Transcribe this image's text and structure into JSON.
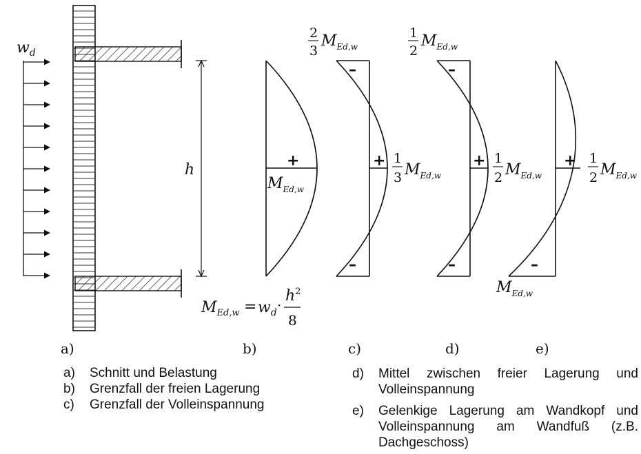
{
  "load": {
    "symbol_base": "w",
    "symbol_sub": "d"
  },
  "height_label": "h",
  "formula": {
    "lhs_base": "M",
    "lhs_sub": "Ed,w",
    "eq": "=",
    "w_base": "w",
    "w_sub": "d",
    "dot": "·",
    "numerator_base": "h",
    "numerator_sup": "2",
    "denominator": "8"
  },
  "moment_symbol": {
    "base": "M",
    "sub": "Ed,w"
  },
  "fractions": {
    "c_top_num": "2",
    "c_top_den": "3",
    "c_mid_num": "1",
    "c_mid_den": "3",
    "d_top_num": "1",
    "d_top_den": "2",
    "d_mid_num": "1",
    "d_mid_den": "2",
    "e_mid_num": "1",
    "e_mid_den": "2"
  },
  "signs": {
    "plus": "+",
    "minus": "–"
  },
  "panel_labels": [
    "a)",
    "b)",
    "c)",
    "d)",
    "e)"
  ],
  "captions_left": [
    {
      "key": "a)",
      "text": "Schnitt und Belastung"
    },
    {
      "key": "b)",
      "text": "Grenzfall der freien Lagerung"
    },
    {
      "key": "c)",
      "text": "Grenzfall der Volleinspannung"
    }
  ],
  "caption_d": {
    "key": "d)",
    "line1": "Mittel zwischen freier Lagerung und",
    "line2": "Volleinspannung"
  },
  "caption_e": {
    "key": "e)",
    "line1": "Gelenkige Lagerung am Wandkopf und",
    "line2": "Volleinspannung am Wandfuß (z.B.",
    "line3": "Dachgeschoss)"
  }
}
